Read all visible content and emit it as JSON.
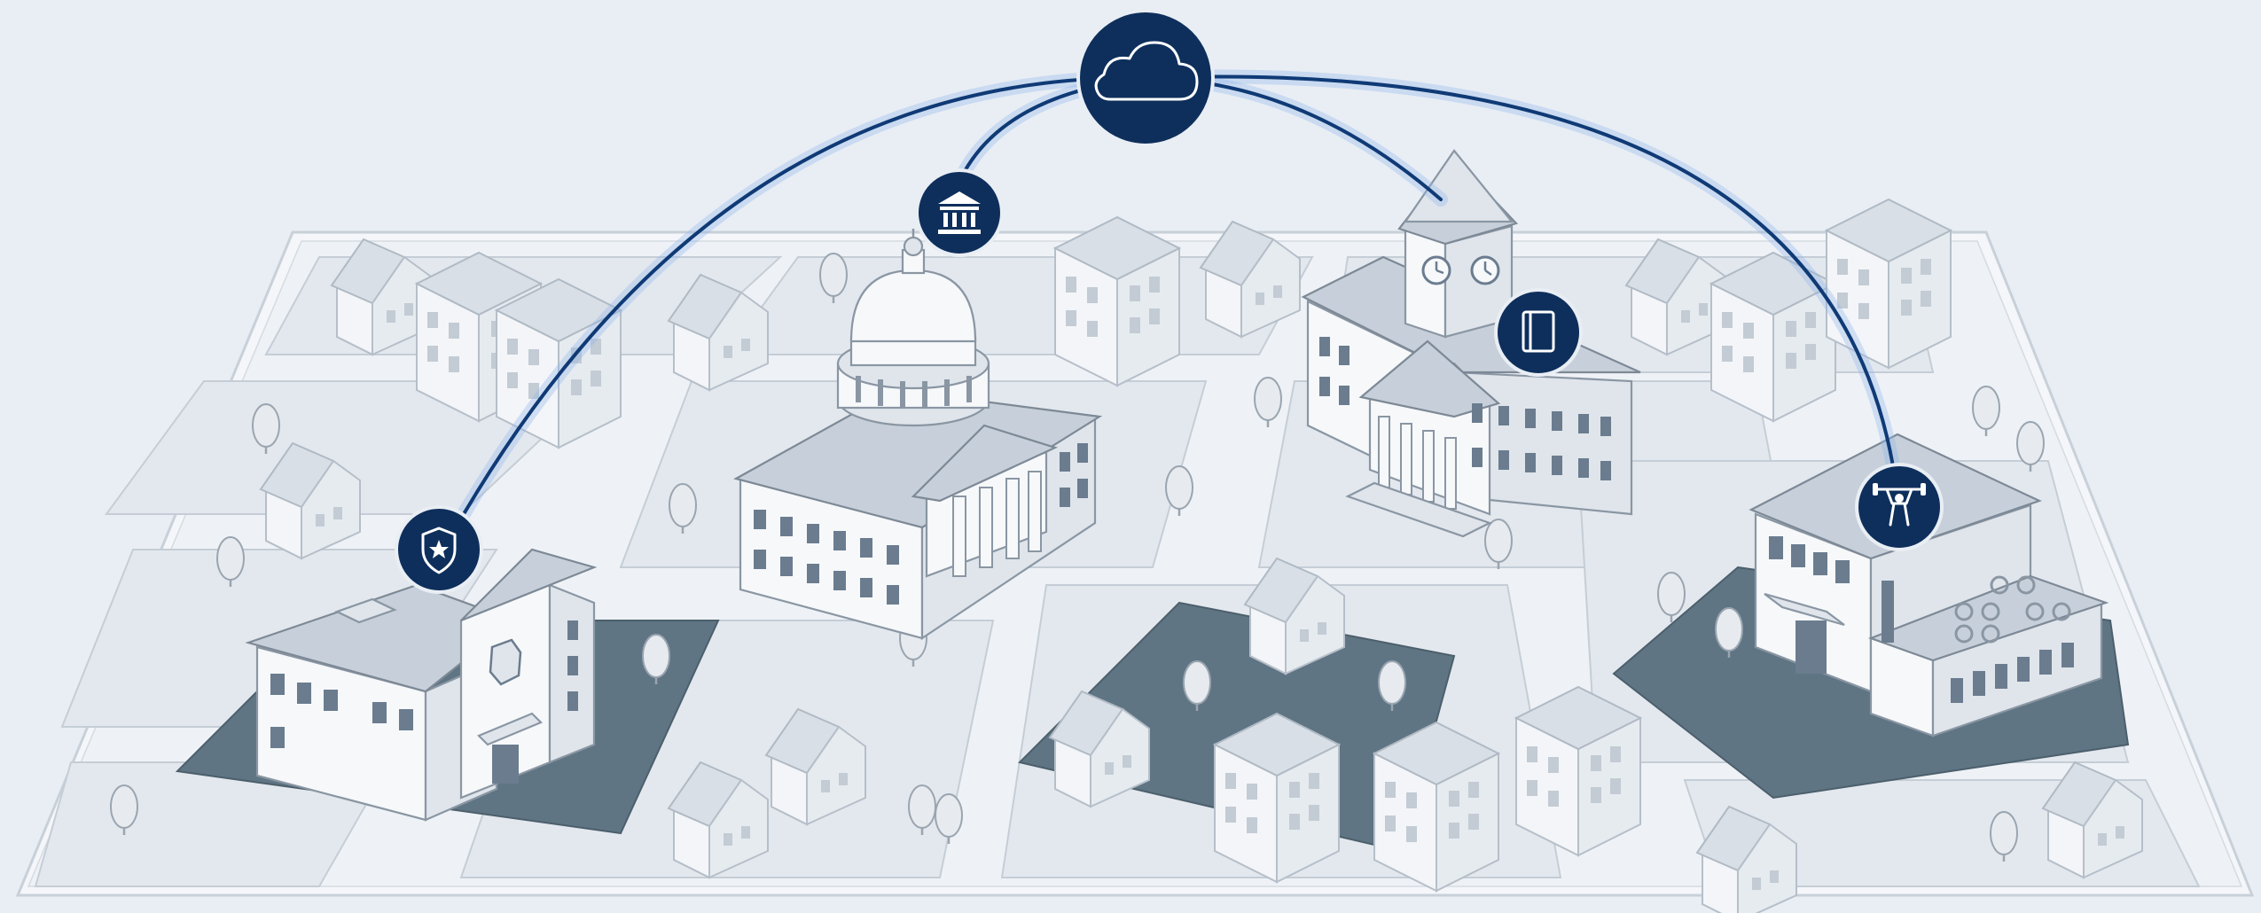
{
  "scene": {
    "colors": {
      "background": "#e9eef4",
      "network_line": "#0f3a75",
      "node_fill": "#0e2f5c",
      "parcel_shade": "#5f7584",
      "street": "#f8fafc"
    },
    "hub": {
      "icon": "cloud-icon"
    },
    "nodes": [
      {
        "name": "police-station",
        "icon": "police-badge-icon"
      },
      {
        "name": "capitol-building",
        "icon": "government-building-icon"
      },
      {
        "name": "library-clock-tower",
        "icon": "book-icon"
      },
      {
        "name": "fitness-center",
        "icon": "weightlifter-icon"
      }
    ]
  }
}
